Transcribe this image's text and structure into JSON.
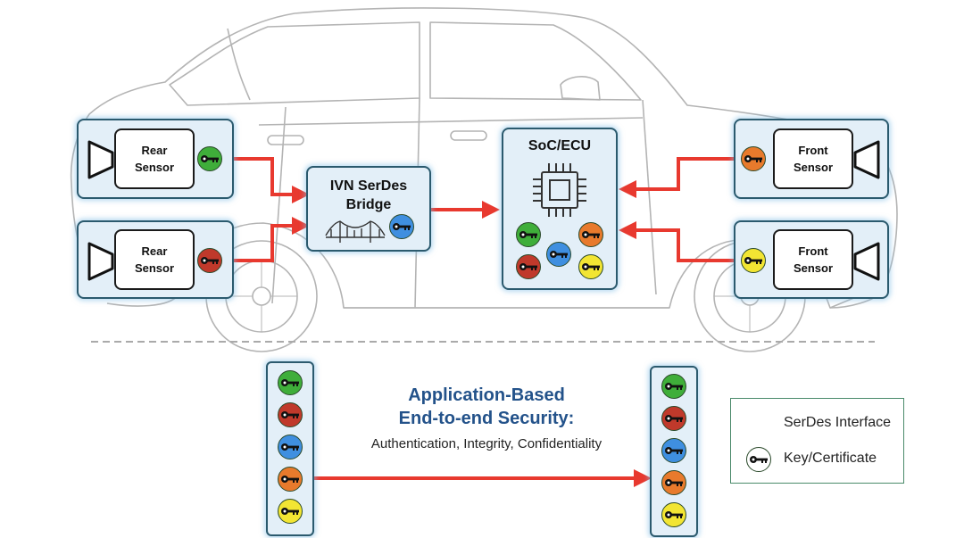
{
  "components": {
    "rear_sensor_top": {
      "label_line1": "Rear",
      "label_line2": "Sensor",
      "key_color": "#3fae3a"
    },
    "rear_sensor_bottom": {
      "label_line1": "Rear",
      "label_line2": "Sensor",
      "key_color": "#c0392b"
    },
    "ivn_bridge": {
      "title_line1": "IVN SerDes",
      "title_line2": "Bridge",
      "key_color": "#3f8fe0"
    },
    "soc": {
      "title": "SoC/ECU",
      "key_colors": [
        "#3fae3a",
        "#e87a2c",
        "#3f8fe0",
        "#c0392b",
        "#f2e533"
      ]
    },
    "front_sensor_top": {
      "label_line1": "Front",
      "label_line2": "Sensor",
      "key_color": "#e87a2c"
    },
    "front_sensor_bottom": {
      "label_line1": "Front",
      "label_line2": "Sensor",
      "key_color": "#f2e533"
    }
  },
  "security": {
    "title_line1": "Application-Based",
    "title_line2": "End-to-end Security:",
    "subtitle": "Authentication, Integrity, Confidentiality",
    "key_colors": [
      "#3fae3a",
      "#c0392b",
      "#3f8fe0",
      "#e87a2c",
      "#f2e533"
    ]
  },
  "legend": {
    "serdes_label": "SerDes Interface",
    "key_label": "Key/Certificate"
  },
  "colors": {
    "arrow": "#e8392f",
    "box_border": "#2b5a6e",
    "box_fill": "#e3eff8",
    "title_blue": "#23528a"
  },
  "icons": [
    "camera-icon",
    "key-icon",
    "chip-icon",
    "bridge-icon",
    "arrow-icon"
  ]
}
